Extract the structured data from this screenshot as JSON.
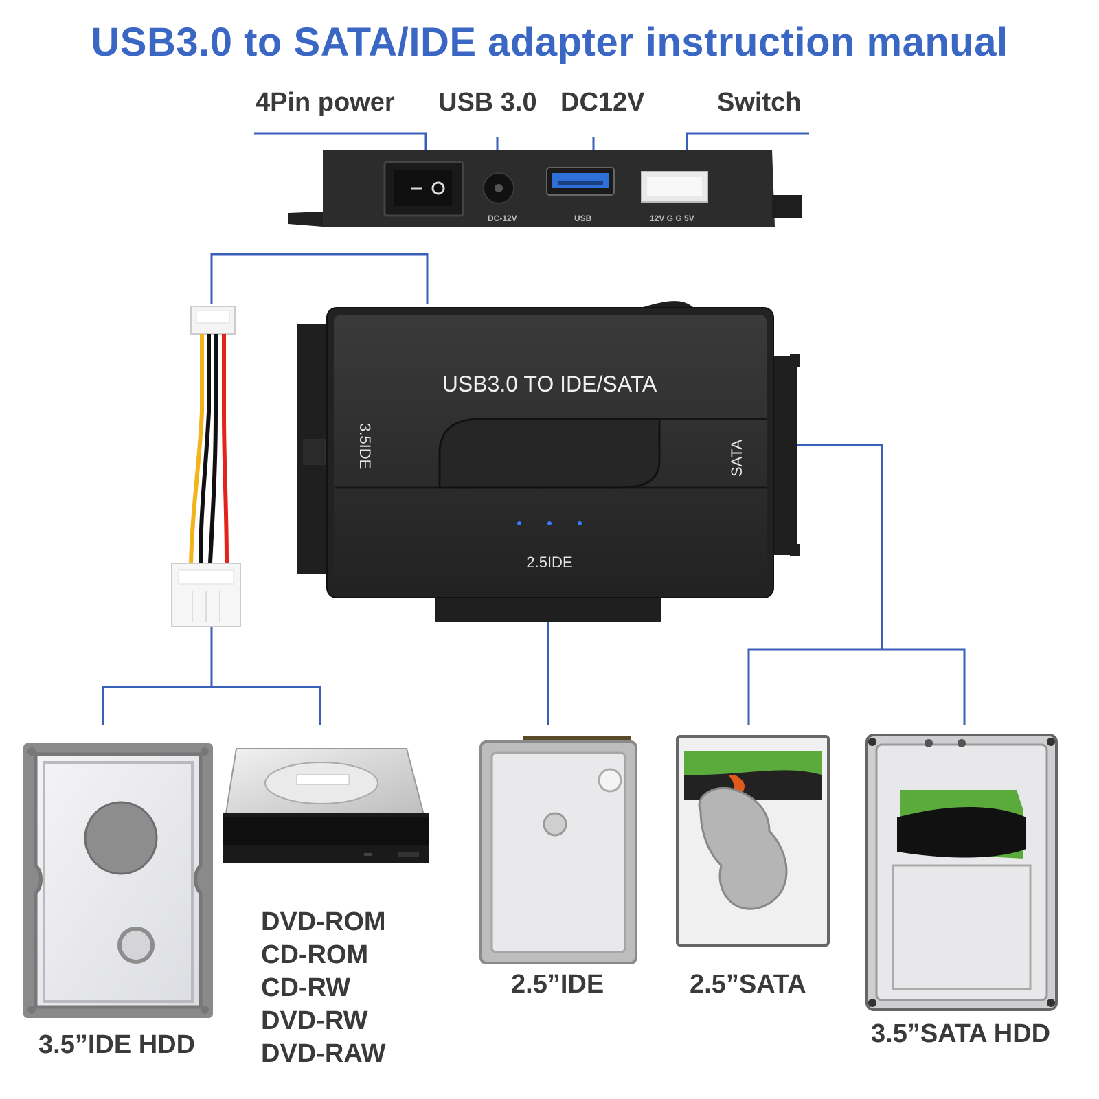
{
  "title": "USB3.0 to SATA/IDE adapter instruction manual",
  "ports": {
    "power": "4Pin power",
    "usb": "USB 3.0",
    "dc": "DC12V",
    "switch": "Switch"
  },
  "rear_panel_marks": {
    "dc": "DC-12V",
    "usb": "USB",
    "power_pins": "12V G G 5V"
  },
  "adapter": {
    "name": "USB3.0 TO IDE/SATA",
    "ide35": "3.5IDE",
    "sata": "SATA",
    "ide25": "2.5IDE"
  },
  "devices": {
    "ide35_hdd": "3.5”IDE HDD",
    "optical_drives": [
      "DVD-ROM",
      "CD-ROM",
      "CD-RW",
      "DVD-RW",
      "DVD-RAW"
    ],
    "ide25": "2.5”IDE",
    "sata25": "2.5”SATA",
    "sata35_hdd": "3.5”SATA HDD"
  },
  "colors": {
    "accent": "#3a67c4",
    "line": "#3a5fb8",
    "device_body": "#2a2a2a",
    "label": "#3a3a3a"
  }
}
